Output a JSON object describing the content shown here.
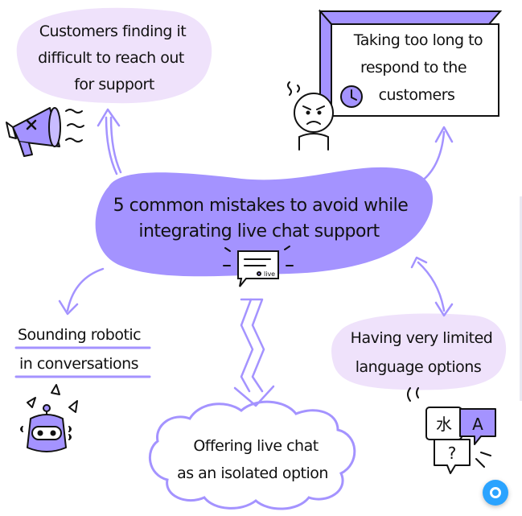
{
  "center": {
    "line1": "5 common mistakes to avoid while",
    "line2": "integrating live chat support",
    "badge": "live"
  },
  "top_left": {
    "line1": "Customers finding it",
    "line2": "difficult to reach out",
    "line3": "for support",
    "icon": "megaphone-icon"
  },
  "top_right": {
    "line1": "Taking too long to",
    "line2": "respond to the",
    "line3": "customers",
    "icons": [
      "frustrated-face-icon",
      "clock-icon"
    ]
  },
  "left": {
    "line1": "Sounding robotic",
    "line2": "in conversations",
    "icon": "robot-icon"
  },
  "bottom": {
    "line1": "Offering live chat",
    "line2": "as an isolated option"
  },
  "right": {
    "line1": "Having very limited",
    "line2": "language options",
    "icons": [
      "kanji-card-icon",
      "letter-a-bubble-icon",
      "question-bubble-icon"
    ],
    "kanji": "水",
    "letter": "A",
    "question": "?"
  },
  "colors": {
    "purple": "#a493ff",
    "light_purple": "#efe2fb",
    "stroke": "#111111",
    "widget_blue": "#2aa3ff"
  }
}
